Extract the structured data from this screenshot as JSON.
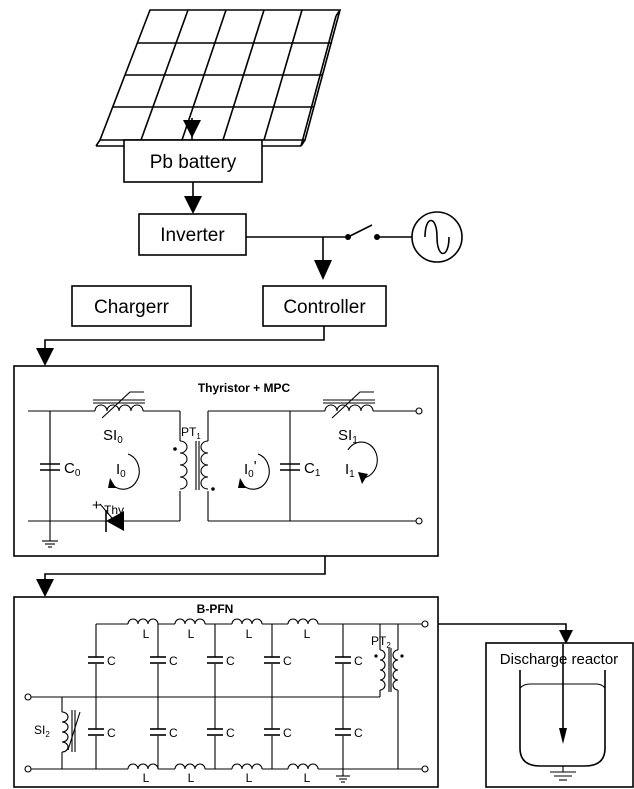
{
  "blocks": {
    "battery": "Pb battery",
    "inverter": "Inverter",
    "charger": "Chargerr",
    "controller": "Controller"
  },
  "thyristor_panel": {
    "title": "Thyristor + MPC",
    "si0": "SI",
    "si0_sub": "0",
    "si1": "SI",
    "si1_sub": "1",
    "pt1": "PT",
    "pt1_sub": "1",
    "c0": "C",
    "c0_sub": "0",
    "c1": "C",
    "c1_sub": "1",
    "i0": "I",
    "i0_sub": "0",
    "i0p": "I",
    "i0p_sub": "0",
    "i0p_mark": "'",
    "i1": "I",
    "i1_sub": "1",
    "thy": "Thy",
    "plus": "+"
  },
  "bpfn_panel": {
    "title": "B-PFN",
    "inductor_label": "L",
    "capacitor_label": "C",
    "si2": "SI",
    "si2_sub": "2",
    "pt2": "PT",
    "pt2_sub": "2"
  },
  "reactor": {
    "label": "Discharge reactor"
  }
}
